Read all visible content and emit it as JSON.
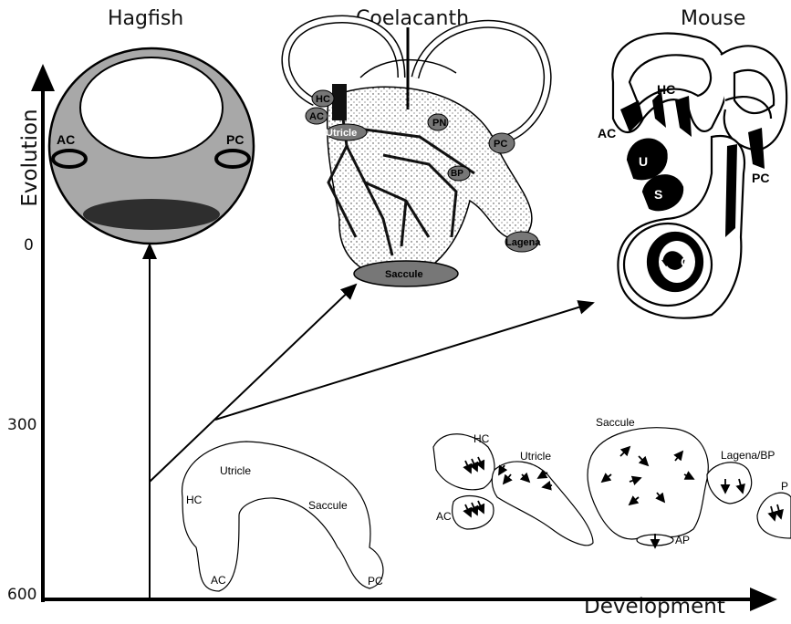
{
  "panels": {
    "hagfish": {
      "title": "Hagfish",
      "ac": "AC",
      "pc": "PC"
    },
    "coelacanth": {
      "title": "Coelacanth",
      "hc": "HC",
      "ac": "AC",
      "utricle": "Utricle",
      "pn": "PN",
      "pc": "PC",
      "bp": "BP",
      "lagena": "Lagena",
      "saccule": "Saccule"
    },
    "mouse": {
      "title": "Mouse",
      "hc": "HC",
      "ac": "AC",
      "pc": "PC",
      "u": "U",
      "s": "S",
      "c": "C"
    }
  },
  "axes": {
    "y_label": "Evolution",
    "x_label": "Development",
    "y_ticks": [
      "0",
      "300",
      "600"
    ]
  },
  "development": {
    "stage1": {
      "utricle": "Utricle",
      "hc": "HC",
      "saccule": "Saccule",
      "ac": "AC",
      "pc": "PC"
    },
    "stage2": {
      "hc": "HC",
      "utricle": "Utricle",
      "ac": "AC",
      "saccule": "Saccule",
      "lagena_bp": "Lagena/BP",
      "ap": "AP",
      "pc_partial": "P"
    }
  }
}
